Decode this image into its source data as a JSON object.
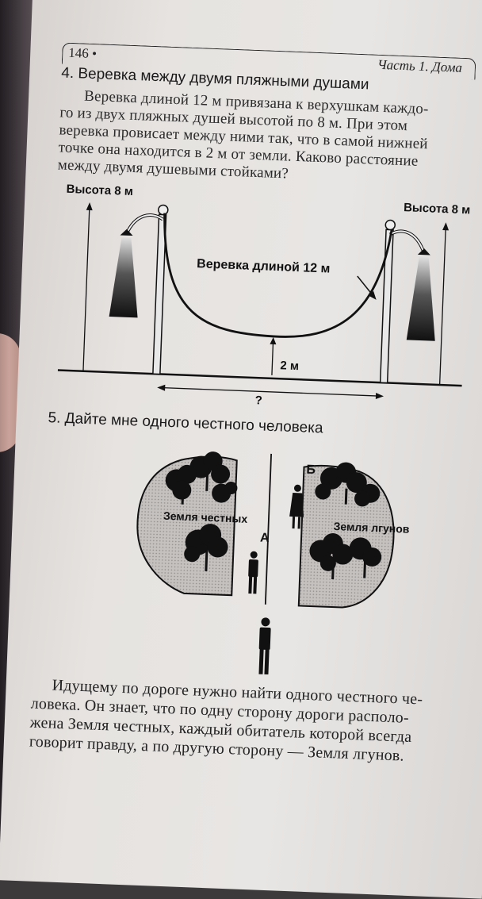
{
  "header": {
    "page_number": "146 •",
    "chapter": "Часть 1. Дома"
  },
  "problem4": {
    "title": "4. Веревка между двумя пляжными душами",
    "text_lines": [
      "Веревка длиной 12 м привязана к верхушкам каждо-",
      "го из двух пляжных душей высотой по 8 м. При этом",
      "веревка провисает между ними так, что в самой нижней",
      "точке она находится в 2 м от земли. Каково расстояние",
      "между двумя душевыми стойками?"
    ],
    "figure": {
      "height_left": "Высота 8 м",
      "height_right": "Высота 8 м",
      "rope_label": "Веревка длиной 12 м",
      "sag_label": "2 м",
      "distance_label": "?"
    }
  },
  "problem5": {
    "title": "5. Дайте мне одного честного человека",
    "figure": {
      "land_left": "Земля честных",
      "land_right": "Земля лгунов",
      "person_a": "А",
      "person_b": "Б"
    },
    "text_lines": [
      "Идущему по дороге нужно найти одного честного че-",
      "ловека. Он знает, что по одну сторону дороги располо-",
      "жена Земля честных, каждый обитатель которой всегда",
      "говорит правду, а по другую сторону — Земля лгунов."
    ]
  }
}
